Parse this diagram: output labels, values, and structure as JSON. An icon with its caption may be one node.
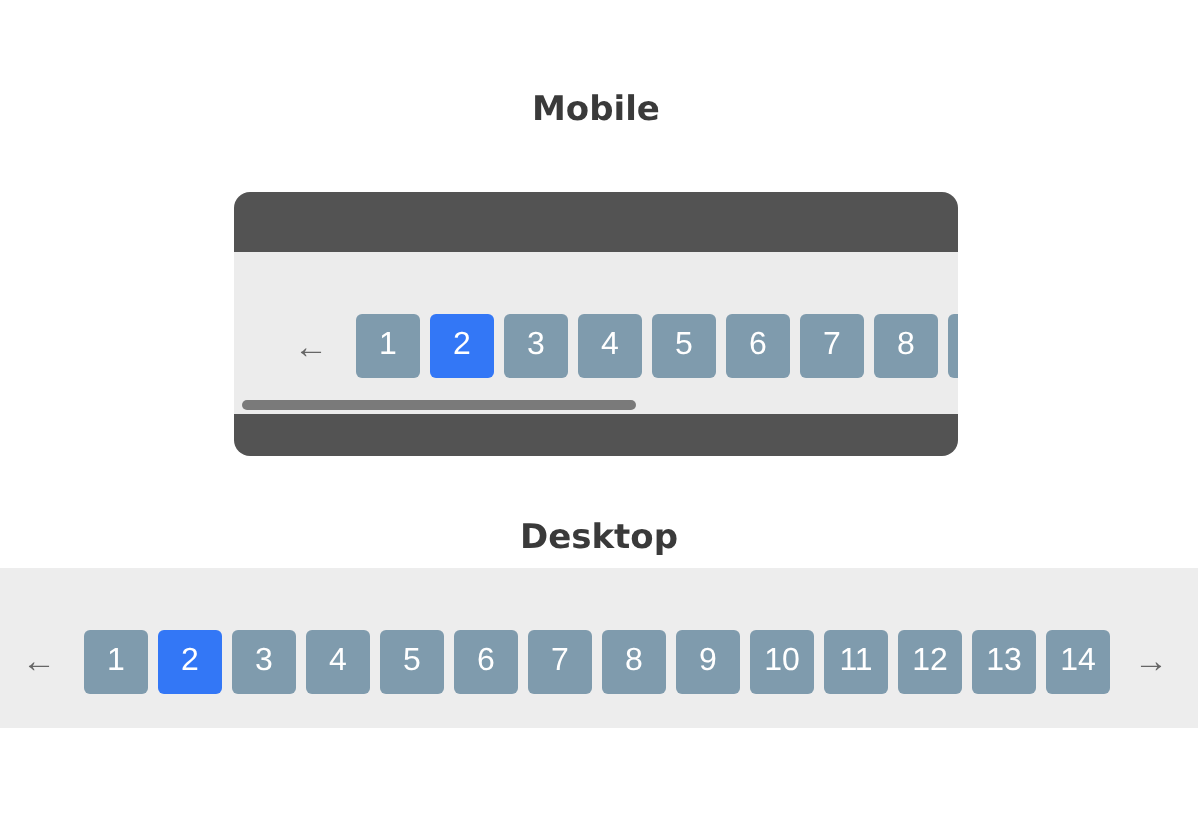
{
  "diagram": {
    "nodes": [
      {
        "text": [
          "Mobile"
        ]
      },
      {
        "text": [
          "1"
        ],
        "in": 0
      },
      {
        "text": [
          "2"
        ],
        "in": 0
      },
      {
        "text": [
          "3"
        ],
        "in": 0
      },
      {
        "text": [
          "4"
        ],
        "in": 0
      },
      {
        "text": [
          "5"
        ],
        "in": 0
      },
      {
        "text": [
          "6"
        ],
        "in": 0
      },
      {
        "text": [
          "7"
        ],
        "in": 0
      },
      {
        "text": [
          "8"
        ],
        "in": 0
      },
      {
        "text": [],
        "shape": "box",
        "in": 0
      },
      {
        "text": [
          "Desktop"
        ]
      },
      {
        "text": [
          "1"
        ],
        "in": 10
      },
      {
        "text": [
          "2"
        ],
        "in": 10
      },
      {
        "text": [
          "3"
        ],
        "in": 10
      },
      {
        "text": [
          "4"
        ],
        "in": 10
      },
      {
        "text": [
          "5"
        ],
        "in": 10
      },
      {
        "text": [
          "6"
        ],
        "in": 10
      },
      {
        "text": [
          "7"
        ],
        "in": 10
      },
      {
        "text": [
          "8"
        ],
        "in": 10
      },
      {
        "text": [
          "9"
        ],
        "in": 10
      },
      {
        "text": [
          "10"
        ],
        "in": 10
      },
      {
        "text": [
          "11"
        ],
        "in": 10
      },
      {
        "text": [
          "12"
        ],
        "in": 10
      },
      {
        "text": [
          "13"
        ],
        "in": 10
      },
      {
        "text": [
          "14"
        ],
        "in": 10
      }
    ],
    "labels": [
      "←",
      "←",
      "→"
    ]
  }
}
